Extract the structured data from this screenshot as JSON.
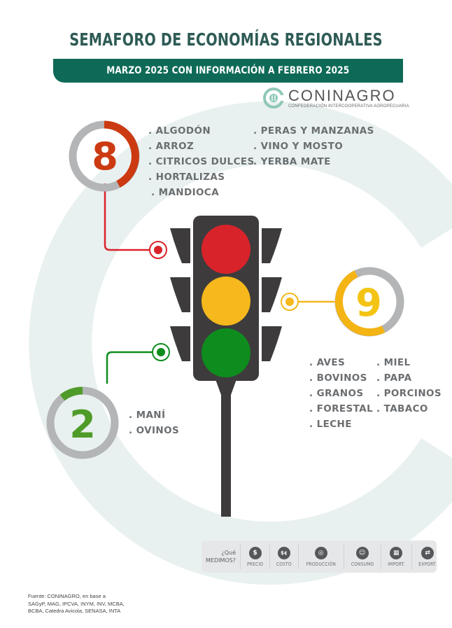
{
  "header": {
    "title": "SEMAFORO DE ECONOMÍAS REGIONALES",
    "subtitle": "MARZO 2025 CON INFORMACIÓN A FEBRERO 2025"
  },
  "logo": {
    "name": "CONINAGRO",
    "tagline": "Confederación Intercooperativa Agropecuaria"
  },
  "colors": {
    "brand_green": "#0e6a57",
    "title_color": "#2e5b55",
    "red": "#d8232a",
    "red_gauge": "#cc3a12",
    "yellow": "#f6b81c",
    "yellow_gauge": "#f4b414",
    "green": "#0e8c1e",
    "green_gauge": "#4f9b2a",
    "gauge_gray": "#b3b5b7",
    "light_pole": "#3d3b3c",
    "text_gray": "#6b6e71"
  },
  "red_group": {
    "count": "8",
    "items_col1": [
      ". ALGODÓN",
      ". ARROZ",
      ". CITRICOS DULCES",
      ". HORTALIZAS",
      ". MANDIOCA"
    ],
    "items_col2": [
      ". PERAS Y MANZANAS",
      ". VINO Y MOSTO",
      ". YERBA MATE"
    ]
  },
  "yellow_group": {
    "count": "9",
    "items_col1": [
      ". AVES",
      ". BOVINOS",
      ". GRANOS",
      ". FORESTAL",
      ". LECHE"
    ],
    "items_col2": [
      ". MIEL",
      ". PAPA",
      ". PORCINOS",
      ". TABACO"
    ]
  },
  "green_group": {
    "count": "2",
    "items": [
      ". MANÍ",
      ". OVINOS"
    ]
  },
  "medimos": {
    "label_line1": "¿Qué",
    "label_line2": "MEDIMOS?",
    "items": [
      {
        "icon": "$",
        "label": "PRECIO"
      },
      {
        "icon": "$¢",
        "label": "COSTO"
      },
      {
        "icon": "◎",
        "label": "PRODUCCIÓN"
      },
      {
        "icon": "☺",
        "label": "CONSUMO"
      },
      {
        "icon": "▦",
        "label": "IMPORT."
      },
      {
        "icon": "⇄",
        "label": "EXPORT."
      }
    ]
  },
  "source": {
    "line1": "Fuente: CONINAGRO, en base a",
    "line2": "SAGyP, MAG, IPCVA, INYM, INV, MCBA,",
    "line3": "BCBA, Catedra Avicola, SENASA, INTA"
  }
}
